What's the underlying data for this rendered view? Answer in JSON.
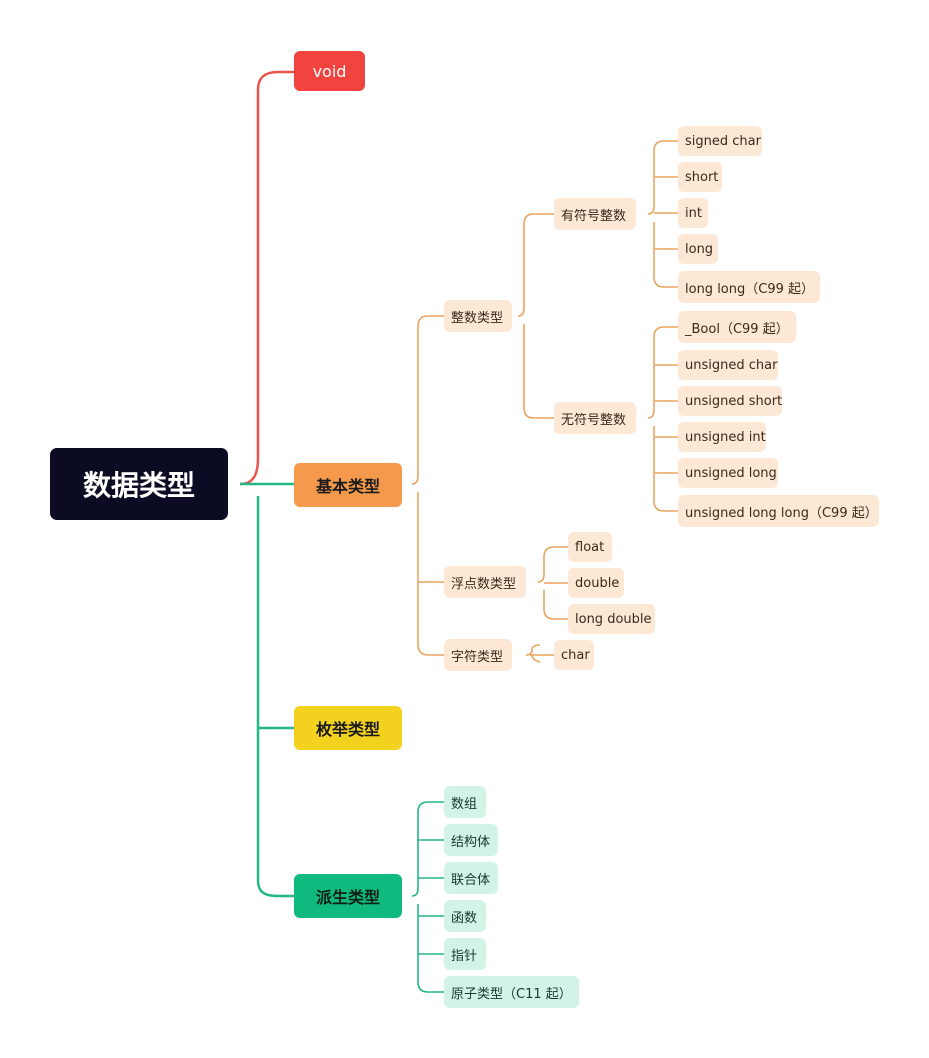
{
  "root": {
    "label": "数据类型"
  },
  "void": {
    "label": "void",
    "color": "#f1443e"
  },
  "basic": {
    "label": "基本类型",
    "color": "#f59a4c",
    "integer": {
      "label": "整数类型",
      "signed": {
        "label": "有符号整数",
        "items": [
          "signed char",
          "short",
          "int",
          "long",
          "long long（C99 起）"
        ]
      },
      "unsigned": {
        "label": "无符号整数",
        "items": [
          "_Bool（C99 起）",
          "unsigned char",
          "unsigned short",
          "unsigned int",
          "unsigned long",
          "unsigned long long（C99 起）"
        ]
      }
    },
    "floating": {
      "label": "浮点数类型",
      "items": [
        "float",
        "double",
        "long double"
      ]
    },
    "character": {
      "label": "字符类型",
      "items": [
        "char"
      ]
    }
  },
  "enum": {
    "label": "枚举类型",
    "color": "#f2d21f"
  },
  "derived": {
    "label": "派生类型",
    "color": "#10b97d",
    "items": [
      "数组",
      "结构体",
      "联合体",
      "函数",
      "指针",
      "原子类型（C11 起）"
    ]
  },
  "colors": {
    "red_line": "#e8544e",
    "green_line": "#23b884",
    "orange_line": "#eba45f",
    "orange_node": "#fde8d6",
    "green_node": "#d3f3e6"
  }
}
